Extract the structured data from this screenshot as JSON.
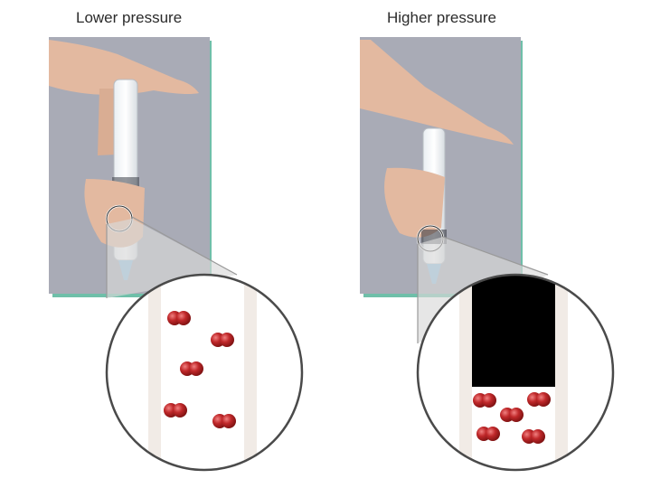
{
  "labels": {
    "left": "Lower pressure",
    "right": "Higher pressure"
  },
  "panels": [
    {
      "name": "lower-pressure",
      "molecule_count": 5,
      "plunger_depth_fraction": 0.0
    },
    {
      "name": "higher-pressure",
      "molecule_count": 5,
      "plunger_depth_fraction": 0.6
    }
  ],
  "colors": {
    "photo_background": "#a9abb6",
    "photo_shadow": "#6fbfa9",
    "skin": "#e3b9a0",
    "molecule": "#c0282a",
    "plunger": "#000000",
    "barrel_wall": "#f1ebe6"
  }
}
